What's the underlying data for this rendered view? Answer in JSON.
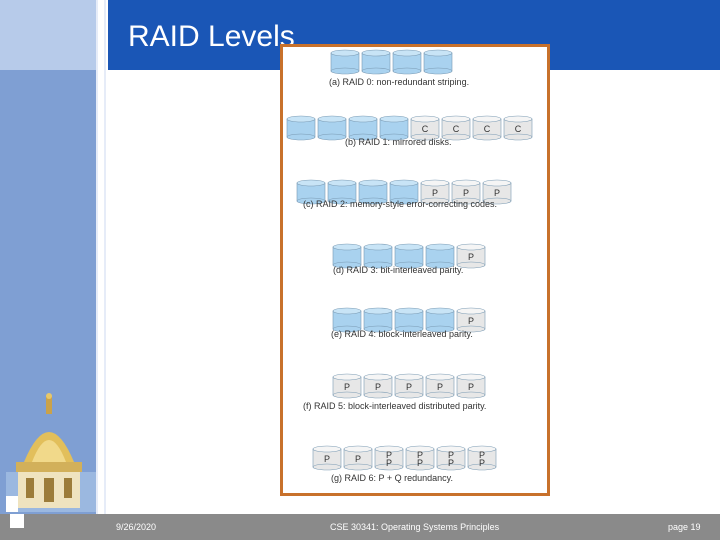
{
  "slide": {
    "title": "RAID Levels"
  },
  "footer": {
    "date": "9/26/2020",
    "course": "CSE 30341: Operating Systems Principles",
    "page": "page 19"
  },
  "figure": {
    "rows": [
      {
        "caption": "(a) RAID 0: non-redundant striping.",
        "disks": [
          "",
          "",
          "",
          ""
        ]
      },
      {
        "caption": "",
        "disks": [
          "",
          "",
          "",
          "",
          "C",
          "C",
          "C",
          "C"
        ]
      },
      {
        "caption": "(b) RAID 1: mirrored disks.",
        "disks": []
      },
      {
        "caption": "",
        "disks": [
          "",
          "",
          "",
          "",
          "P",
          "P",
          "P"
        ]
      },
      {
        "caption": "(c) RAID 2: memory-style error-correcting codes.",
        "disks": []
      },
      {
        "caption": "",
        "disks": [
          "",
          "",
          "",
          "",
          "P"
        ]
      },
      {
        "caption": "(d) RAID 3: bit-interleaved parity.",
        "disks": []
      },
      {
        "caption": "",
        "disks": [
          "",
          "",
          "",
          "",
          "P"
        ]
      },
      {
        "caption": "(e) RAID 4: block-interleaved parity.",
        "disks": []
      },
      {
        "caption": "",
        "disks": [
          "P",
          "P",
          "P",
          "P",
          "P"
        ]
      },
      {
        "caption": "(f) RAID 5: block-interleaved distributed parity.",
        "disks": []
      },
      {
        "caption": "",
        "disks": [
          "P",
          "P",
          "P P",
          "P P",
          "P P",
          "P P"
        ]
      },
      {
        "caption": "(g) RAID 6: P + Q redundancy.",
        "disks": []
      }
    ]
  },
  "colors": {
    "title_band": "#1a56b6",
    "left_bar": "#7f9fd3",
    "figure_border": "#c8712b",
    "disk_fill": "#a9d2ef",
    "parity_fill": "#e7e7e7",
    "footer": "#8a8a8a"
  }
}
